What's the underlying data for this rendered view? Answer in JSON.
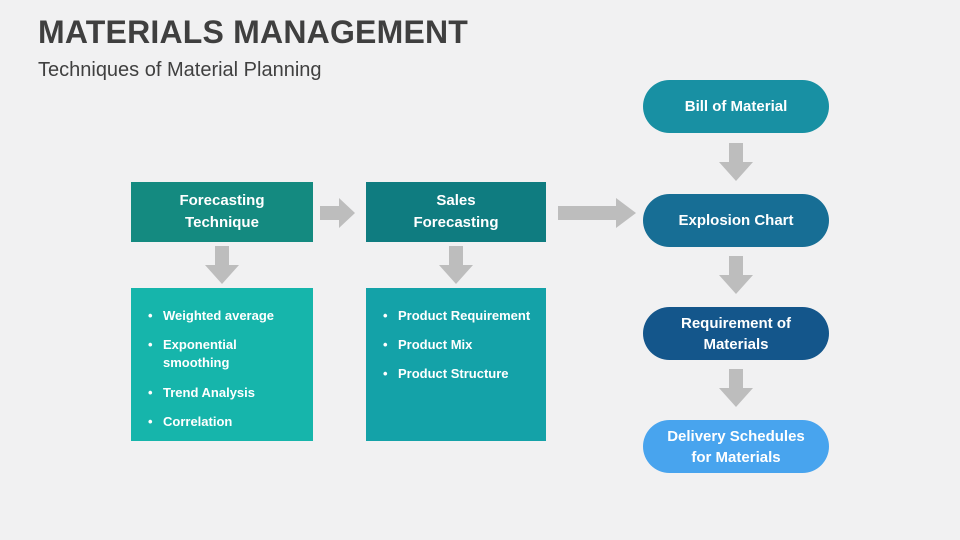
{
  "header": {
    "title": "MATERIALS MANAGEMENT",
    "subtitle": "Techniques of Material Planning"
  },
  "glyphs": {
    "bullet": "•"
  },
  "colors": {
    "background": "#f1f1f2",
    "title_text": "#3f3f3f",
    "arrow": "#bdbdbd",
    "step1_box": "#148a80",
    "step2_box": "#0f7c80",
    "list_left_box": "#16b5ab",
    "list_right_box": "#14a2a8",
    "pill_bill_of_material": "#1890a3",
    "pill_explosion_chart": "#176e95",
    "pill_requirement_of_materials": "#14568b",
    "pill_delivery_schedules": "#48a4ee",
    "text_on_fill": "#ffffff"
  },
  "process": {
    "step1": {
      "label": "Forecasting Technique",
      "color": "#148a80"
    },
    "step2": {
      "label": "Sales Forecasting",
      "color": "#0f7c80"
    }
  },
  "lists": {
    "forecasting_methods": {
      "color": "#16b5ab",
      "items": [
        "Weighted average",
        "Exponential smoothing",
        "Trend Analysis",
        "Correlation"
      ]
    },
    "sales_forecasting_outputs": {
      "color": "#14a2a8",
      "items": [
        "Product Requirement",
        "Product Mix",
        "Product Structure"
      ]
    }
  },
  "pipeline": [
    {
      "label": "Bill of Material",
      "color": "#1890a3"
    },
    {
      "label": "Explosion Chart",
      "color": "#176e95"
    },
    {
      "label": "Requirement of Materials",
      "color": "#14568b"
    },
    {
      "label": "Delivery Schedules for Materials",
      "color": "#48a4ee"
    }
  ]
}
